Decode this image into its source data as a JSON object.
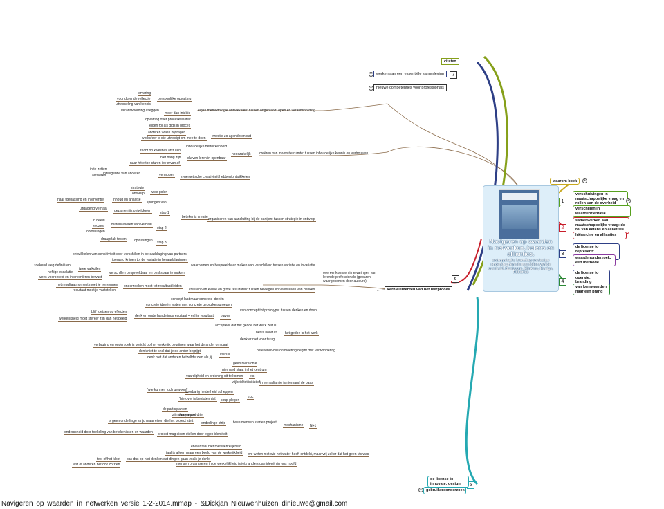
{
  "central": {
    "title": "Navigeren op waarden in netwerken, ketens en allianties.",
    "subtitle": "antropologie, branding en design ondersteunen nieuwe rollen van de overheid. Bosboom, Klinkers, Konigs, Robertus"
  },
  "top": {
    "citaten": "citaten",
    "samenleving": "werken aan een essentiële samenleving",
    "seven": "7",
    "competenties": "nieuwe competenties voor professionals"
  },
  "waarom": {
    "title": "waarom boek",
    "n1": "1",
    "b1": "verschuivingen in maatschappelijke vraag en rollen van de overheid",
    "b1b": "verschillen in waardeoriëntatie",
    "n2": "2",
    "b2": "samenwerken aan maatschappelijke vraag: de rol van ketens en allianties",
    "b2b": "hiërarchie en allianties",
    "n3": "3",
    "b3": "de license to represent: antropologie",
    "b3b": "waardenonderzoek, een methode",
    "n4": "4",
    "b4": "de license to operate: branding",
    "b4b": "van kernwaarden naar een brand"
  },
  "bottom": {
    "n5": "5",
    "design": "de license to innovate: design",
    "gebruikers": "gebruikersonderzoek"
  },
  "kern": {
    "label": "kern elementen van het leerproces",
    "n6": "6",
    "overeen": "overeenkomsten in ervaringen van lerende professionals (gebaren waargenomen door auteurs)"
  },
  "labels": [
    "ervaring",
    "voortdurende reflectie",
    "persoonlijke opvatting",
    "uitwisseling van kennis",
    "verantwoording afleggen",
    "meer dan intuïtie",
    "eigen methodologie ontwikkelen: tussen ongepland: open en verantwoording",
    "opvatting over proceskwaliteit",
    "eigen rol als gids in proces",
    "anderen willen bijdragen",
    "werksfeer is die uitnodigt om mee te doen",
    "kwestie zo agenderen dat",
    "inhoudelijke betrokkenheid",
    "recht op kwesties afsturen",
    "niet bang zijn",
    "naar hitte toe sturen ipv ervan af",
    "durven leren in openbaar",
    "noodzakelijk",
    "creëren van innovatie ruimte: tussen inhoudelijke kennis en vertrouwen",
    "in te zetten",
    "activeren",
    "intelligentie van anderen",
    "vermogen",
    "synergetische creativiteit hebben/ontwikkelen",
    "strategie",
    "ontwerp",
    "twee polen",
    "naar toepassing en interventie",
    "inhoud en analyse",
    "springen van",
    "uitdagend verhaal",
    "gezamenlijk ontwikkelen",
    "stap 1",
    "in beeld",
    "keuzes",
    "oplossingen",
    "materialiseren van verhaal",
    "stap 2",
    "betekenis creatie",
    "organiseren van aansluiting bij de partijen: tussen strategie in ontwerp",
    "draagvlak testen",
    "oplossingen",
    "stap 3",
    "ontwikkelen van sensitiviteit voor verschillen in beraadslaging van partners",
    "toegang krijgen tot de variatie in beraadslagingen",
    "zoekend weg definiëren",
    "twee valkuilen",
    "heftige escalatie",
    "wees voorbereid en interveniëren bewust",
    "verschillen bespreekbaar en beslisbaar te maken",
    "waarnemen en bespreekbaar maken van verschillen: tussen variatie en invariatie",
    "het resultaatmoment moet je herkennen",
    "onderzoeken moet tot resultaat leiden",
    "resultaat moet je vaststellen",
    "creëren van kleine en grote resultaten: tussen bewegen en vaststellen van denken",
    "concept laat maar concrete ideeën",
    "concrete ideeën testen met concrete gebruikersgroepen",
    "blijf toetsen op effecten",
    "denk en onderhandelingsresultaat = echte resultaat",
    "werkelijkheid moet sterker zijn dan het beeld",
    "valkuil",
    "van concept tot prototype: tussen denken en doen",
    "accepteer dat het gedoe het werk zelf is",
    "het is nooit af",
    "het gedoe is het werk",
    "denk er niet voor terug",
    "verbazing en onderzoek is gericht op het werkelijk begrijpen waar het de ander om gaat",
    "denk niet te snel dat je de ander begrijpt",
    "valkuil",
    "betekenisvolle ontmoeting begint met verwondering",
    "denk niet dat anderen hetzelfde zien als jij",
    "geen hiërarchie",
    "niemand staat in het centrum",
    "vaardigheid en ordening uit te komen",
    "eis",
    "vrijheid tot initiatief",
    "in een alliantie is niemand de baas",
    "'wie kunnen toch gewoon!'",
    "voorbarig helderheid scheppen",
    "'hierover is besloten dat'",
    "coup plegen",
    "truc",
    "de participanten",
    "zijn daarna met drie:",
    "het project",
    "is geen onderlinge strijd maar eisen die het project stelt",
    "onderlinge strijd",
    "twee mensen starten project",
    "mechanisme",
    "N+1",
    "onderscheid door toekoling van betekenissen en waarden",
    "project mag eisen stellen door eigen identiteit",
    "ervaar taal niet met werkelijkheid",
    "taal is alleen maar een beeld van de werkelijkheid",
    "we weten niet wie het water heeft ontdekt, maar vrij zeker dat het geen vis was",
    "test of het klopt",
    "pas dus op niet denken dat dingen gaan zoals je denkt",
    "test of anderen het ook zo zien",
    "mensen organiseren in de werkelijkheid is iets anders dan ideeën in ons hoofd"
  ],
  "footer": "Navigeren op waarden in netwerken versie 1-2-2014.mmap - &Dickjan Nieuwenhuizen dinieuwe@gmail.com"
}
